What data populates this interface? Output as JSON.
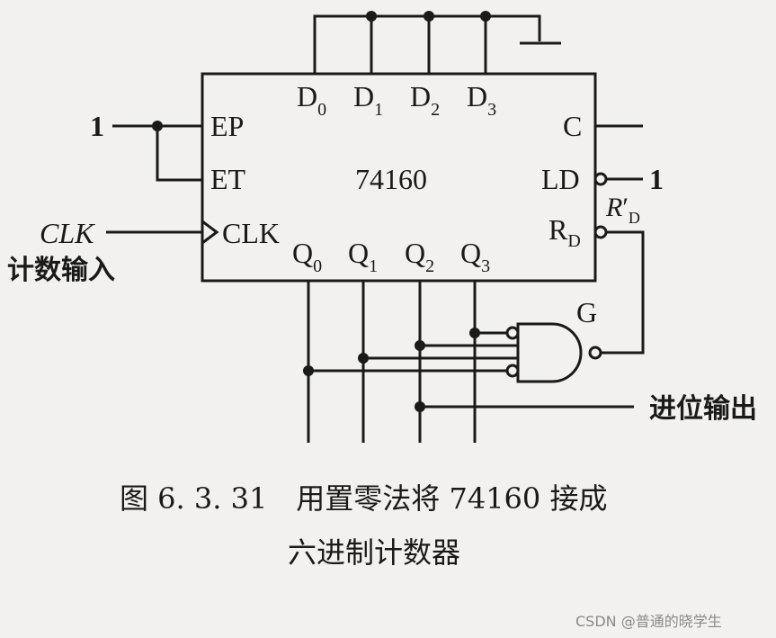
{
  "chip": {
    "name": "74160",
    "pins": {
      "EP": "EP",
      "ET": "ET",
      "CLK": "CLK",
      "C": "C",
      "LD": "LD",
      "R": "R",
      "R_sub": "D",
      "D": "D",
      "Q": "Q",
      "subs": [
        "0",
        "1",
        "2",
        "3"
      ]
    }
  },
  "inputs": {
    "ep_const": "1",
    "ld_const": "1",
    "clk_label": "CLK",
    "clk_desc": "计数输入"
  },
  "gate": {
    "name": "G",
    "rd_label": "R",
    "rd_prime": "′",
    "rd_sub": "D"
  },
  "carry_output": "进位输出",
  "caption": {
    "line1": "图 6. 3. 31　用置零法将 74160 接成",
    "line2": "六进制计数器"
  },
  "watermark": "CSDN @普通的晓学生"
}
